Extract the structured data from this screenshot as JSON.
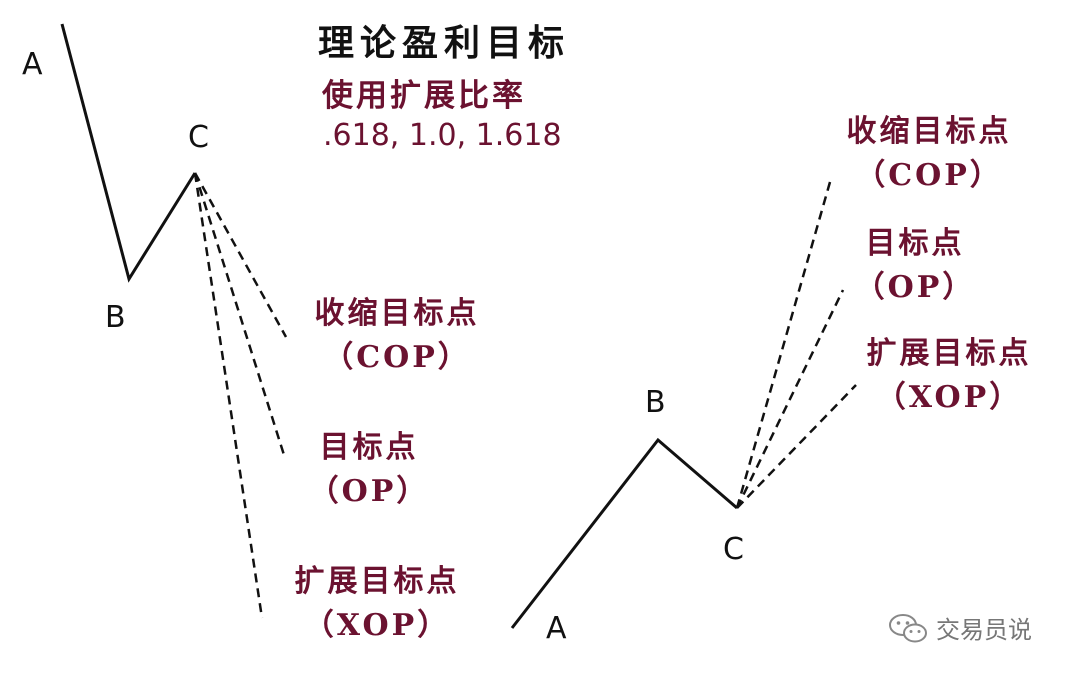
{
  "title": "理论盈利目标",
  "subtitle": "使用扩展比率",
  "ratios": ".618, 1.0, 1.618",
  "left": {
    "points": {
      "a": "A",
      "b": "B",
      "c": "C"
    },
    "targets": {
      "cop": {
        "name": "收缩目标点",
        "code": "（COP）"
      },
      "op": {
        "name": "目标点",
        "code": "（OP）"
      },
      "xop": {
        "name": "扩展目标点",
        "code": "（XOP）"
      }
    }
  },
  "right": {
    "points": {
      "a": "A",
      "b": "B",
      "c": "C"
    },
    "targets": {
      "cop": {
        "name": "收缩目标点",
        "code": "（COP）"
      },
      "op": {
        "name": "目标点",
        "code": "（OP）"
      },
      "xop": {
        "name": "扩展目标点",
        "code": "（XOP）"
      }
    }
  },
  "watermark": "交易员说",
  "icon": "wechat-icon",
  "colors": {
    "label": "#6b1230",
    "line": "#111111"
  }
}
